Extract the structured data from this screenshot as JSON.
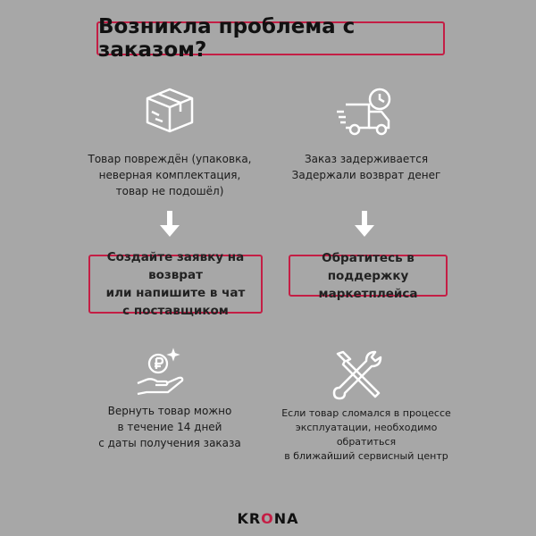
{
  "title": "Возникла проблема с заказом?",
  "left": {
    "description": "Товар повреждён (упаковка,\nневерная комплектация,\nтовар не подошёл)",
    "action": "Создайте заявку на возврат\nили напишите в чат\nс поставщиком",
    "bottom": "Вернуть товар можно\nв течение 14 дней\nс даты получения заказа"
  },
  "right": {
    "description": "Заказ задерживается\nЗадержали возврат денег",
    "action": "Обратитесь в поддержку\nмаркетплейса",
    "bottom": "Если товар сломался в процессе\nэксплуатации, необходимо обратиться\nв ближайший сервисный центр"
  },
  "logo": "KRONA",
  "colors": {
    "background": "#a7a7a7",
    "accent": "#c41e45"
  }
}
